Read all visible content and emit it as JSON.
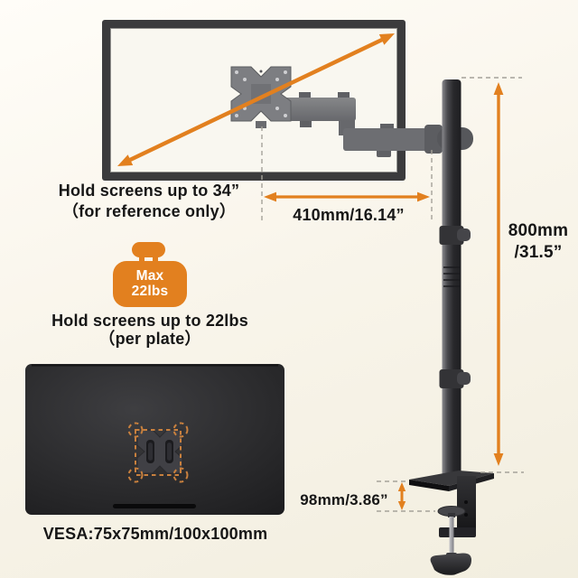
{
  "colors": {
    "accent": "#e2801f",
    "accent_muted": "#c8803e",
    "ink": "#161616",
    "background_top": "#fffdf8",
    "background_bottom": "#f2eedf"
  },
  "annotations": {
    "screen_size": {
      "line1": "Hold screens up to 34”",
      "line2": "（for reference only）"
    },
    "arm_reach": "410mm/16.14”",
    "max_weight_badge": {
      "line1": "Max",
      "line2": "22lbs"
    },
    "weight_capacity": {
      "line1": "Hold screens up to 22lbs",
      "line2": "（per plate）"
    },
    "vesa_compatibility": "VESA:75x75mm/100x100mm",
    "pole_height": {
      "line1": "800mm",
      "line2": "/31.5”"
    },
    "clamp_range": "98mm/3.86”"
  },
  "icons": {
    "max_weight_icon": "kettlebell-weight-badge",
    "screen_diagonal_arrow_icon": "double-headed-diagonal-arrow",
    "arm_reach_arrow_icon": "double-headed-horizontal-arrow",
    "pole_height_arrow_icon": "double-headed-vertical-arrow",
    "clamp_range_arrow_icon": "double-headed-vertical-arrow",
    "vesa_pattern_icon": "dashed-square-with-corner-circles"
  }
}
